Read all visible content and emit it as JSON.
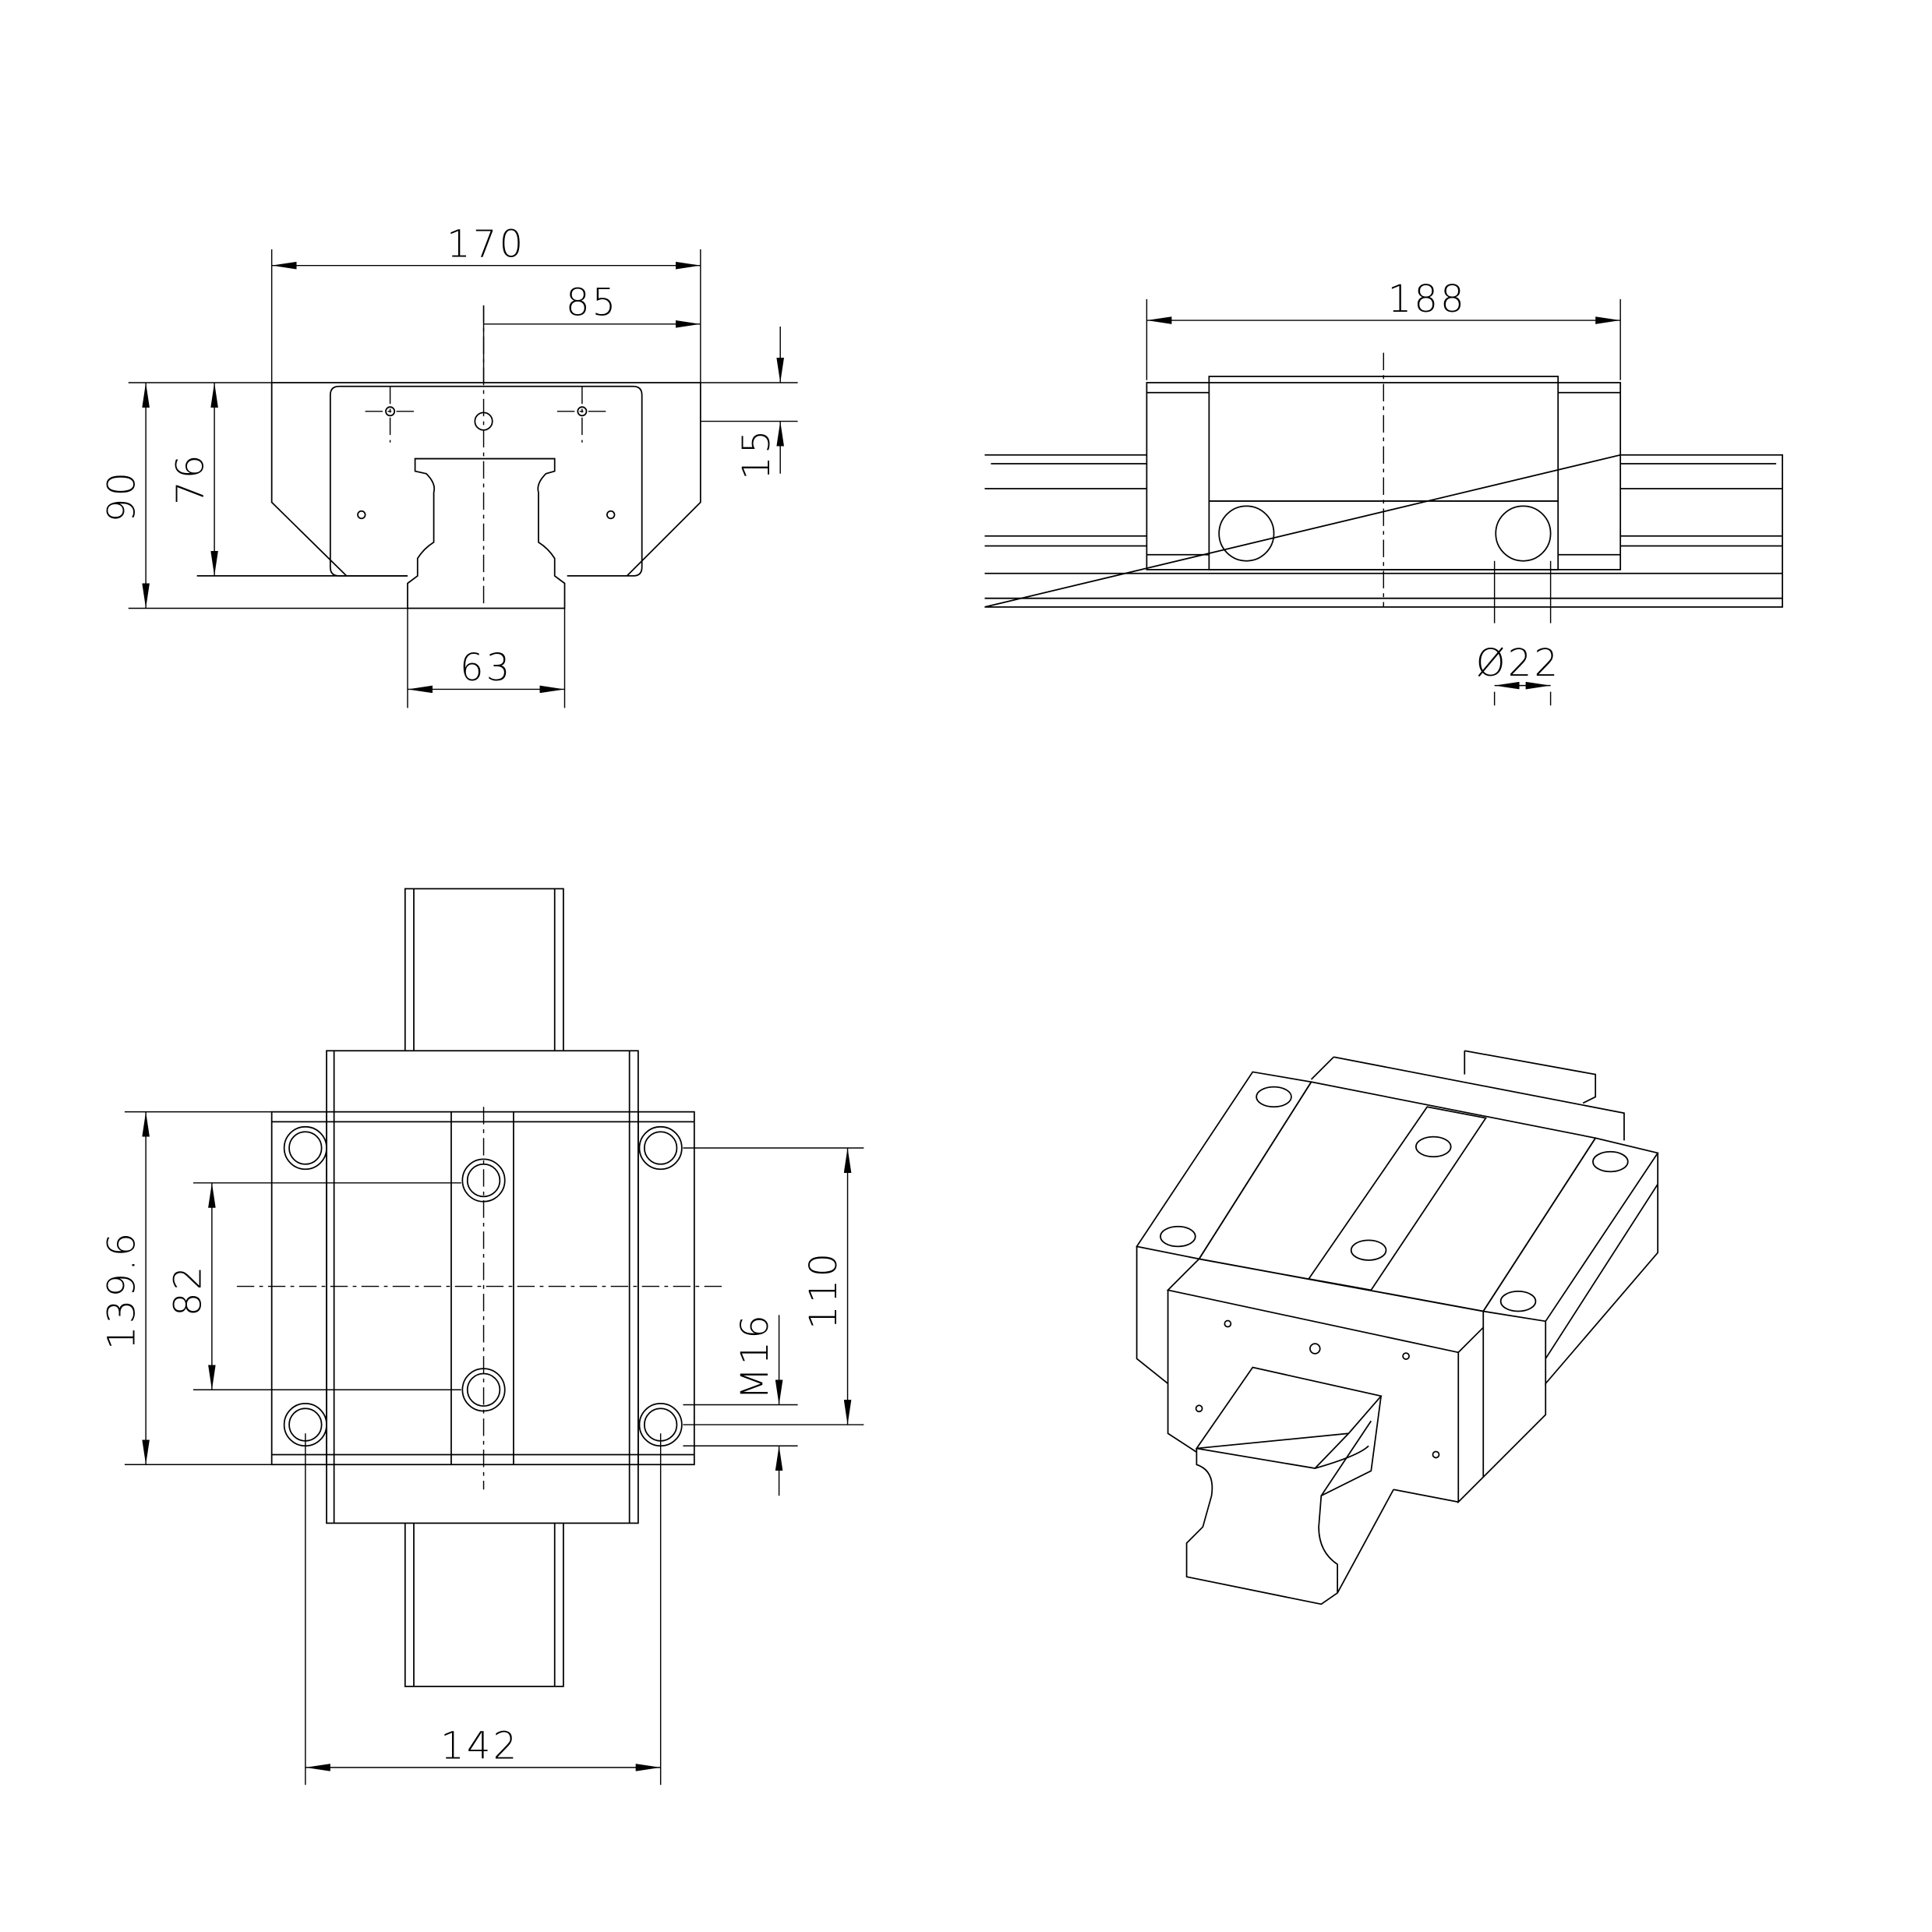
{
  "dimensions": {
    "front_width": "170",
    "front_half_width": "85",
    "front_total_height": "90",
    "front_block_height": "76",
    "front_top_offset": "15",
    "rail_width": "63",
    "side_block_length": "188",
    "side_seal_diameter": "Ø22",
    "top_length": "139.6",
    "top_hole_pitch_inner": "82",
    "top_hole_pitch_outer": "110",
    "top_thread": "M16",
    "top_hole_span": "142"
  },
  "colors": {
    "line": "#000000",
    "background": "#ffffff"
  }
}
